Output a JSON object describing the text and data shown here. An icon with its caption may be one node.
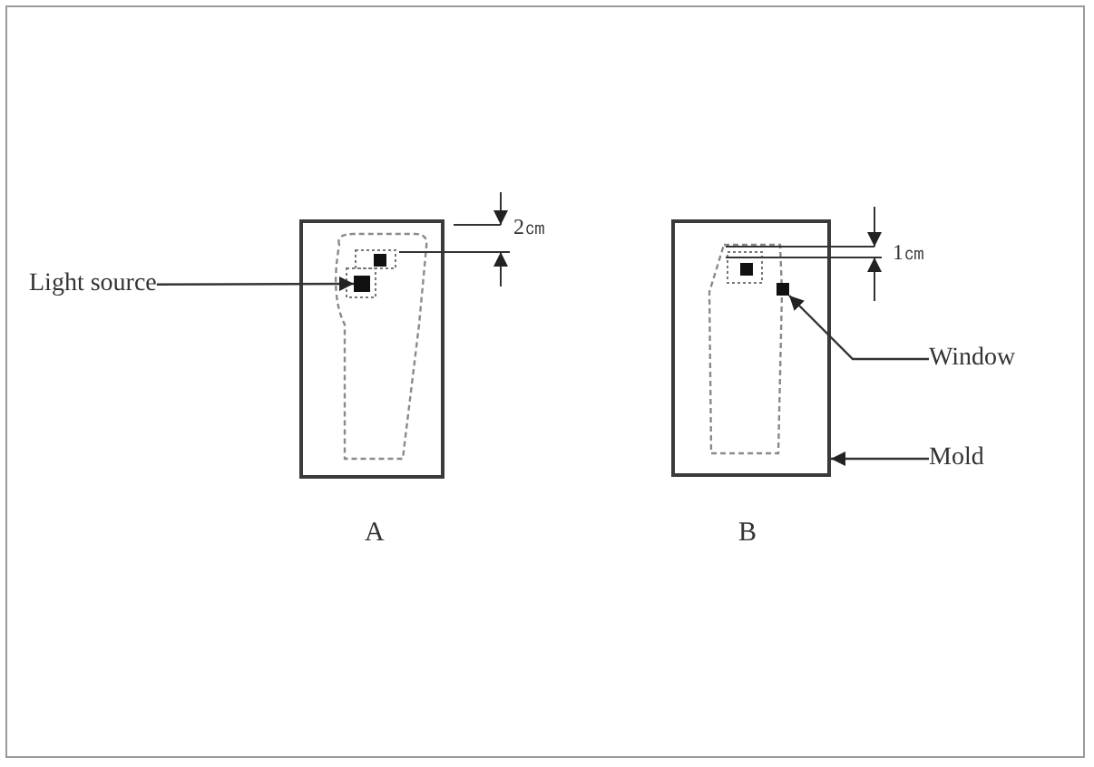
{
  "diagram": {
    "nodes": [
      {
        "text": [],
        "shape": "box",
        "beside": [
          "A"
        ]
      },
      {
        "text": [],
        "shape": "box",
        "in": 0
      },
      {
        "text": [
          "Light source"
        ]
      },
      {
        "text": [],
        "shape": "box",
        "beside": [
          "B"
        ]
      },
      {
        "text": [],
        "shape": "box",
        "in": 3
      },
      {
        "text": [
          "Window"
        ]
      },
      {
        "text": [
          "Mold"
        ]
      }
    ],
    "edges": [
      {
        "from": 2,
        "to": 1,
        "arrow": "to"
      },
      {
        "from": 5,
        "to": 4,
        "arrow": "to"
      },
      {
        "from": 6,
        "to": 3,
        "arrow": "to"
      }
    ],
    "labels": [
      "2㎝",
      "1㎝"
    ]
  }
}
